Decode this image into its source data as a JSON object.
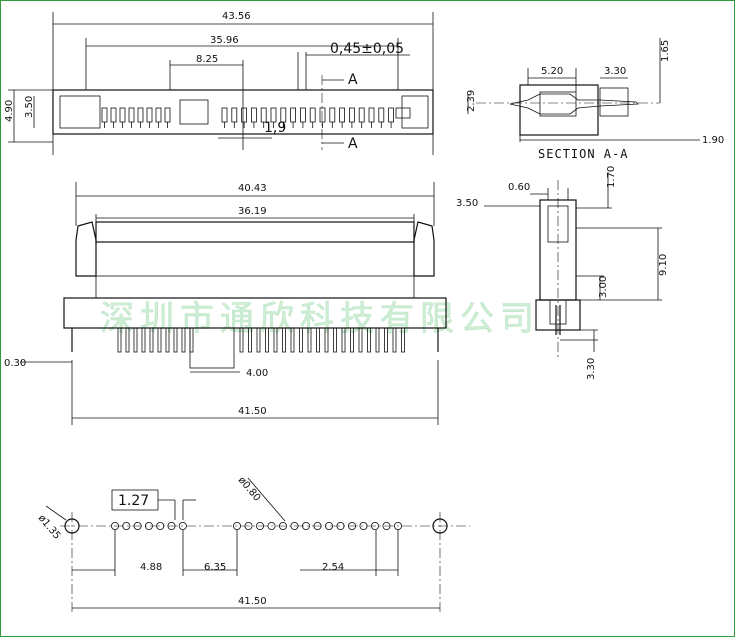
{
  "watermark": "深圳市通欣科技有限公司",
  "section_title": "SECTION A-A",
  "section_marker": "A",
  "top_view": {
    "overall_width": "43.56",
    "inner_width": "35.96",
    "gap_width": "8.25",
    "pin_width_tol": "0,45±0,05",
    "pitch": "1,9",
    "height_outer": "4.90",
    "height_inner": "3.50"
  },
  "section_view": {
    "length": "5.20",
    "tail": "3.30",
    "pin_height": "1.65",
    "body_height": "2.39",
    "total": "1.90"
  },
  "front_view": {
    "outer_width": "40.43",
    "inner_width": "36.19",
    "pin_thickness": "0.30",
    "key_width": "4.00",
    "overall_width": "41.50"
  },
  "side_view": {
    "width_top": "0.60",
    "width": "3.50",
    "top_height": "1.70",
    "total_height": "9.10",
    "mid_height": "3.00",
    "tail_length": "3.30"
  },
  "footprint": {
    "mount_hole": "ø1.35",
    "pin_hole": "ø0.80",
    "pitch_box": "1.27",
    "offset_left": "4.88",
    "key_gap": "6.35",
    "spacing": "2.54",
    "overall": "41.50"
  }
}
